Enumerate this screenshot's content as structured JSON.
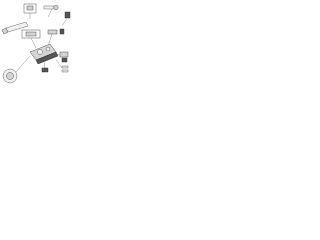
{
  "diagram": {
    "parts": [
      {
        "id": "ignition-lock-cylinder",
        "label": ""
      },
      {
        "id": "key",
        "label": ""
      },
      {
        "id": "cover-plate",
        "label": ""
      },
      {
        "id": "steering-column-assembly",
        "label": ""
      },
      {
        "id": "switch-housing",
        "label": ""
      },
      {
        "id": "bracket",
        "label": ""
      },
      {
        "id": "lock-body",
        "label": ""
      },
      {
        "id": "spring-kit",
        "label": ""
      },
      {
        "id": "screw-set",
        "label": ""
      },
      {
        "id": "clip",
        "label": ""
      },
      {
        "id": "round-knob",
        "label": ""
      }
    ],
    "colors": {
      "line": "#2a2a2a",
      "part_fill": "#d4d4d4",
      "part_dark": "#555555",
      "background": "#ffffff"
    }
  }
}
